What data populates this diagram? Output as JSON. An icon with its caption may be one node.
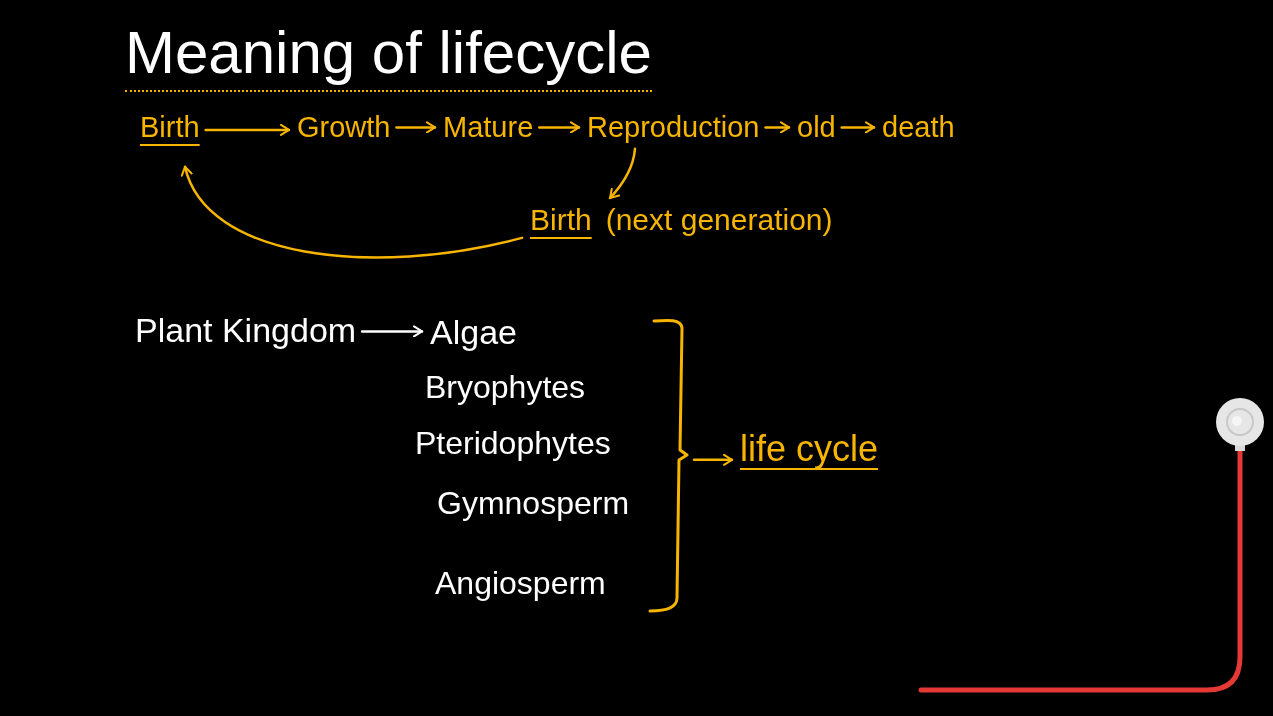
{
  "diagram": {
    "title": "Meaning of lifecycle",
    "nodes": [
      {
        "text": [
          "Birth"
        ]
      },
      {
        "text": [
          "Growth"
        ]
      },
      {
        "text": [
          "Mature"
        ]
      },
      {
        "text": [
          "Reproduction"
        ]
      },
      {
        "text": [
          "old"
        ]
      },
      {
        "text": [
          "death"
        ]
      },
      {
        "text": [
          "Birth",
          "(next generation)"
        ]
      },
      {
        "text": [
          "Plant Kingdom"
        ]
      },
      {
        "text": [
          "Algae"
        ]
      },
      {
        "text": [
          "Bryophytes"
        ]
      },
      {
        "text": [
          "Pteridophytes"
        ]
      },
      {
        "text": [
          "Gymnosperm"
        ]
      },
      {
        "text": [
          "Angiosperm"
        ]
      },
      {
        "text": [],
        "shape": "bracket"
      },
      {
        "text": [
          "life cycle"
        ]
      }
    ],
    "edges": [
      {
        "from": 0,
        "to": 1,
        "arrow": "to"
      },
      {
        "from": 1,
        "to": 2,
        "arrow": "to"
      },
      {
        "from": 2,
        "to": 3,
        "arrow": "to"
      },
      {
        "from": 3,
        "to": 4,
        "arrow": "to"
      },
      {
        "from": 4,
        "to": 5,
        "arrow": "to"
      },
      {
        "from": 3,
        "to": 6,
        "arrow": "to"
      },
      {
        "from": 6,
        "to": 0,
        "arrow": "to"
      },
      {
        "from": 7,
        "to": 8,
        "arrow": "to",
        "color": "#ffffff"
      },
      {
        "from": 13,
        "to": 14,
        "arrow": "to"
      }
    ]
  }
}
